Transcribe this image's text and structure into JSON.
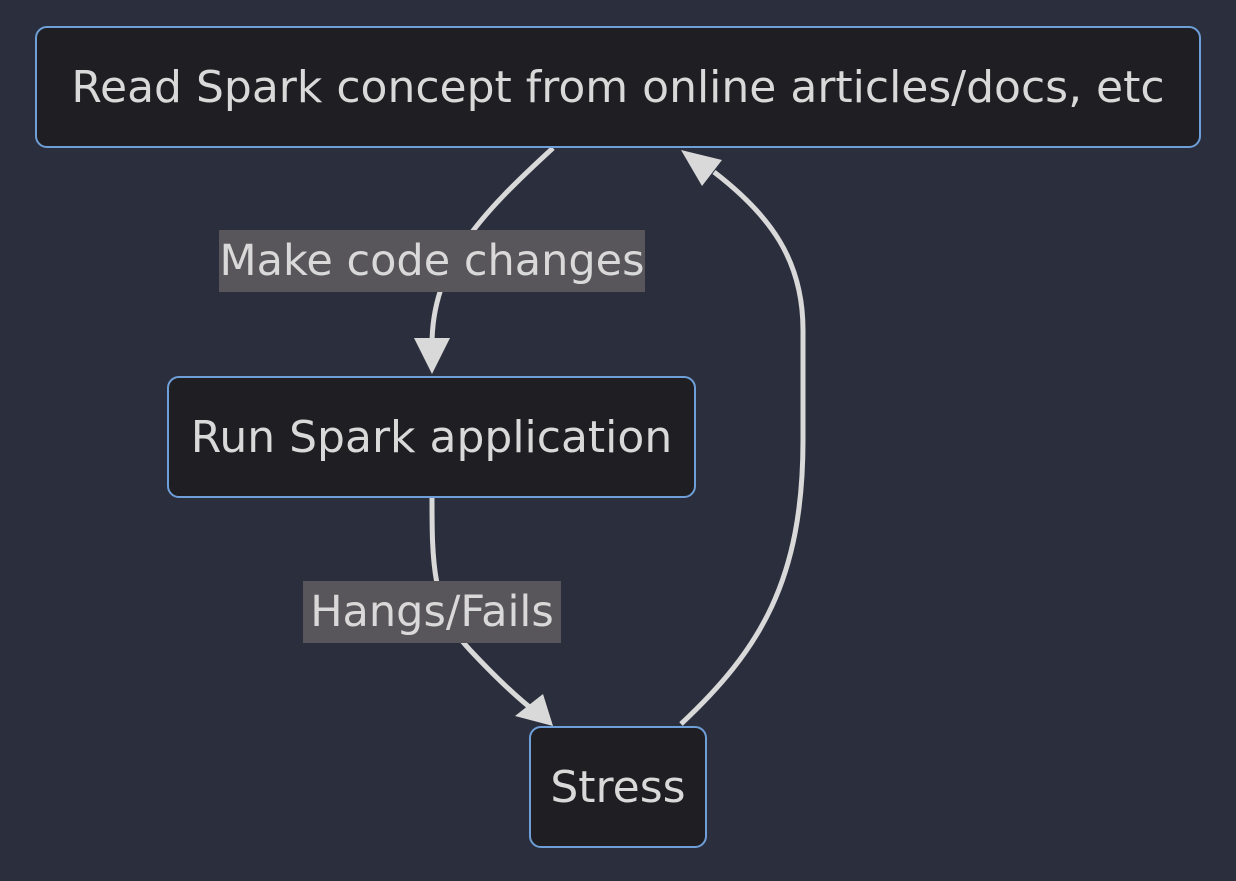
{
  "diagram": {
    "type": "flowchart",
    "nodes": [
      {
        "id": "read",
        "label": "Read Spark concept from online articles/docs, etc"
      },
      {
        "id": "run",
        "label": "Run Spark application"
      },
      {
        "id": "stress",
        "label": "Stress"
      }
    ],
    "edges": [
      {
        "from": "read",
        "to": "run",
        "label": "Make code changes"
      },
      {
        "from": "run",
        "to": "stress",
        "label": "Hangs/Fails"
      },
      {
        "from": "stress",
        "to": "read",
        "label": ""
      }
    ],
    "colors": {
      "background": "#2b2f3d",
      "node_fill": "#1f1e22",
      "node_border": "#6f9fd8",
      "text": "#d9d9d9",
      "edge": "#d9d9d9",
      "edge_label_bg": "#58565a"
    }
  }
}
